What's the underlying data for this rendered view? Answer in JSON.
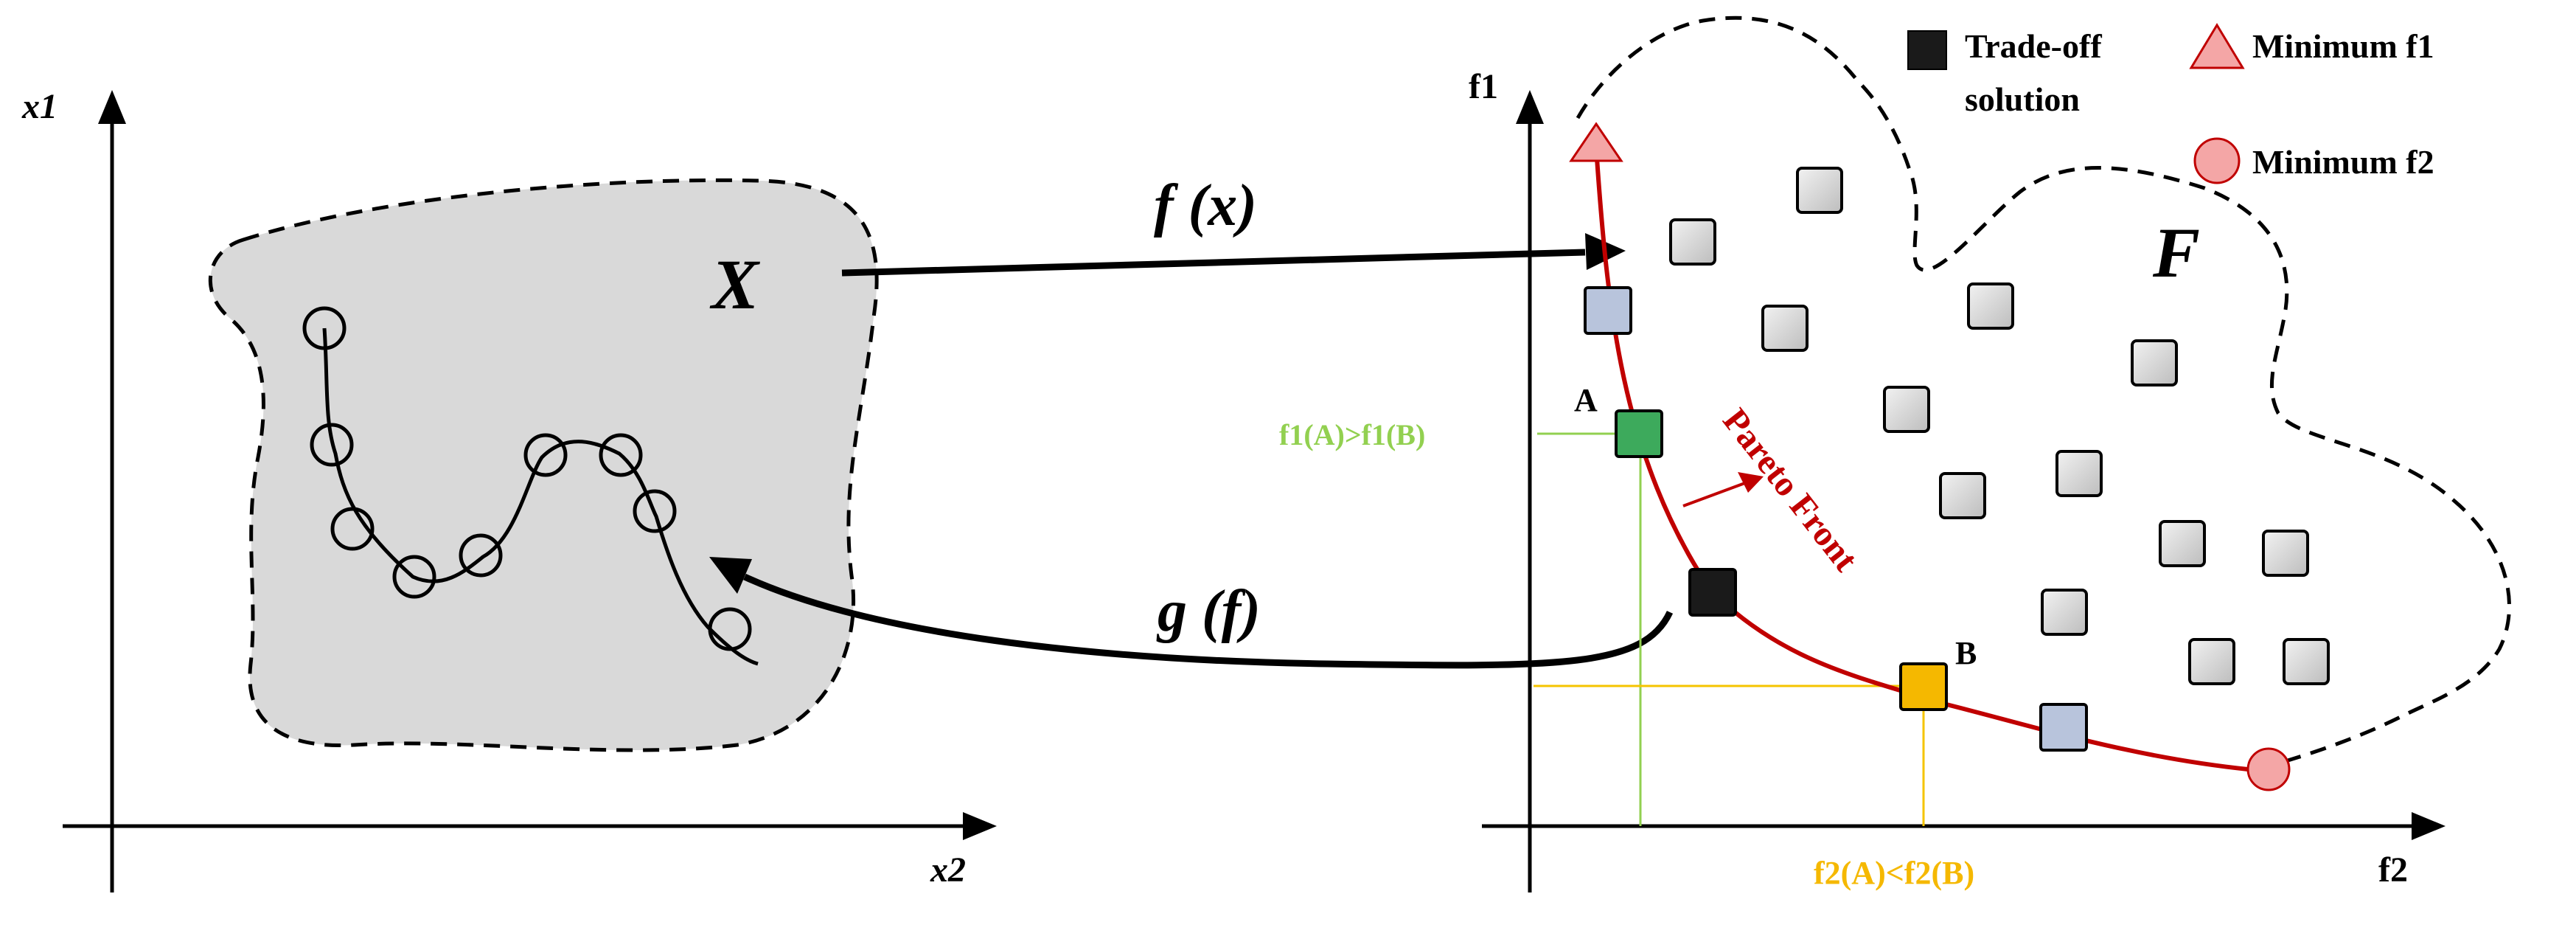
{
  "left_panel": {
    "axis_x_label": "x2",
    "axis_y_label": "x1",
    "region_label": "X"
  },
  "mapping": {
    "forward_label": "f (x)",
    "inverse_label": "g (f)"
  },
  "right_panel": {
    "axis_x_label": "f2",
    "axis_y_label": "f1",
    "region_label": "F",
    "front_label": "Pareto Front",
    "point_a_label": "A",
    "point_b_label": "B",
    "compare_f1": "f1(A)>f1(B)",
    "compare_f2": "f2(A)<f2(B)"
  },
  "legend": {
    "tradeoff_line1": "Trade-off",
    "tradeoff_line2": "solution",
    "min_f1": "Minimum f1",
    "min_f2": "Minimum f2"
  },
  "colors": {
    "region_fill": "#d9d9d9",
    "pareto_curve": "#c00000",
    "gray_square": "#d0d0d0",
    "blue_square": "#b8c4dc",
    "green_square": "#3daa5c",
    "orange_square": "#f5b800",
    "tradeoff_square": "#1a1a1a",
    "min_marker": "#f4a6a6",
    "green_guide": "#92d050",
    "orange_guide": "#f5c400"
  }
}
